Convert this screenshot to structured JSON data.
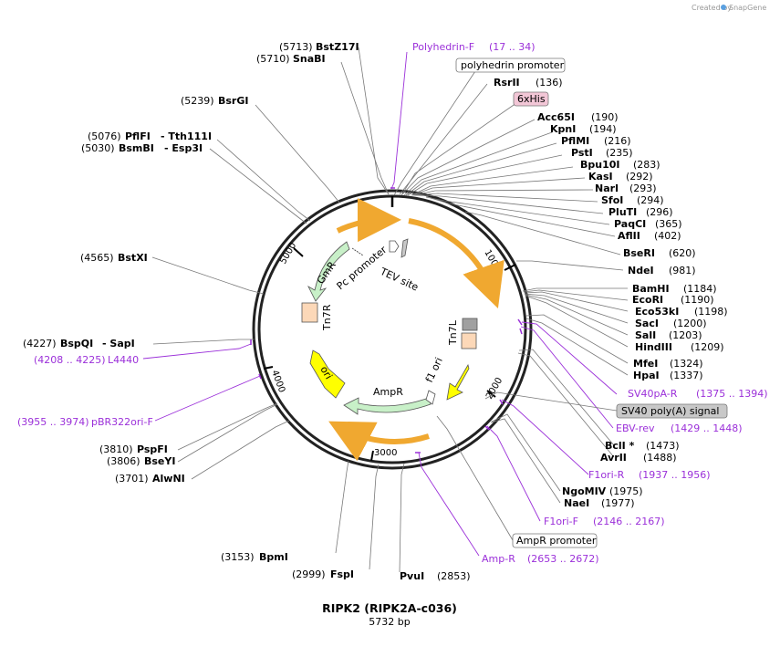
{
  "credit": {
    "created_by": "Created by",
    "brand": "SnapGene"
  },
  "title": "RIPK2 (RIPK2A-c036)",
  "subtitle": "5732 bp",
  "tick_marks": [
    "1000",
    "2000",
    "3000",
    "4000",
    "5000"
  ],
  "sites_right": [
    {
      "name": "RsrII",
      "pos": "(136)"
    },
    {
      "name": "Acc65I",
      "pos": "(190)"
    },
    {
      "name": "KpnI",
      "pos": "(194)"
    },
    {
      "name": "PflMI",
      "pos": "(216)"
    },
    {
      "name": "PstI",
      "pos": "(235)"
    },
    {
      "name": "Bpu10I",
      "pos": "(283)"
    },
    {
      "name": "KasI",
      "pos": "(292)"
    },
    {
      "name": "NarI",
      "pos": "(293)"
    },
    {
      "name": "SfoI",
      "pos": "(294)"
    },
    {
      "name": "PluTI",
      "pos": "(296)"
    },
    {
      "name": "PaqCI",
      "pos": "(365)"
    },
    {
      "name": "AflII",
      "pos": "(402)"
    },
    {
      "name": "BseRI",
      "pos": "(620)"
    },
    {
      "name": "NdeI",
      "pos": "(981)"
    },
    {
      "name": "BamHI",
      "pos": "(1184)"
    },
    {
      "name": "EcoRI",
      "pos": "(1190)"
    },
    {
      "name": "Eco53kI",
      "pos": "(1198)"
    },
    {
      "name": "SacI",
      "pos": "(1200)"
    },
    {
      "name": "SalI",
      "pos": "(1203)"
    },
    {
      "name": "HindIII",
      "pos": "(1209)"
    },
    {
      "name": "MfeI",
      "pos": "(1324)"
    },
    {
      "name": "HpaI",
      "pos": "(1337)"
    },
    {
      "name": "BclI *",
      "pos": "(1473)"
    },
    {
      "name": "AvrII",
      "pos": "(1488)"
    },
    {
      "name": "NgoMIV",
      "pos": "(1975)"
    },
    {
      "name": "NaeI",
      "pos": "(1977)"
    }
  ],
  "sites_bottom": [
    {
      "name": "PvuI",
      "pos": "(2853)"
    },
    {
      "name": "FspI",
      "pos": "(2999)"
    },
    {
      "name": "BpmI",
      "pos": "(3153)"
    }
  ],
  "sites_left": [
    {
      "name": "BstZ17I",
      "pos": "(5713)"
    },
    {
      "name": "SnaBI",
      "pos": "(5710)"
    },
    {
      "name": "BsrGI",
      "pos": "(5239)"
    },
    {
      "name": "PflFI",
      "pos": "(5076)",
      "alt": "- Tth111I"
    },
    {
      "name": "BsmBI",
      "pos": "(5030)",
      "alt": "- Esp3I"
    },
    {
      "name": "BstXI",
      "pos": "(4565)"
    },
    {
      "name": "BspQI",
      "pos": "(4227)",
      "alt": "- SapI"
    },
    {
      "name": "PspFI",
      "pos": "(3810)"
    },
    {
      "name": "BseYI",
      "pos": "(3806)"
    },
    {
      "name": "AlwNI",
      "pos": "(3701)"
    }
  ],
  "primers": [
    {
      "name": "Polyhedrin-F",
      "range": "(17 .. 34)"
    },
    {
      "name": "SV40pA-R",
      "range": "(1375 .. 1394)"
    },
    {
      "name": "EBV-rev",
      "range": "(1429 .. 1448)"
    },
    {
      "name": "F1ori-R",
      "range": "(1937 .. 1956)"
    },
    {
      "name": "F1ori-F",
      "range": "(2146 .. 2167)"
    },
    {
      "name": "Amp-R",
      "range": "(2653 .. 2672)"
    },
    {
      "name": "L4440",
      "range": "(4208 .. 4225)"
    },
    {
      "name": "pBR322ori-F",
      "range": "(3955 .. 3974)"
    }
  ],
  "features_outside": [
    {
      "name": "polyhedrin promoter"
    },
    {
      "name": "6xHis"
    },
    {
      "name": "SV40 poly(A) signal"
    },
    {
      "name": "AmpR promoter"
    }
  ],
  "features_inside": [
    "GmR",
    "Pc promoter",
    "TEV site",
    "Tn7R",
    "Tn7L",
    "f1 ori",
    "AmpR",
    "ori"
  ],
  "colors": {
    "primer": "#9b30d9",
    "orf": "#f0a830",
    "gmr": "#c8f0c8",
    "ampr": "#c8f0c8",
    "ori": "#ffff00",
    "his_bg": "#f2c6d6",
    "sv40_bg": "#c8c8c8",
    "tn7": "#fcd8b8"
  }
}
